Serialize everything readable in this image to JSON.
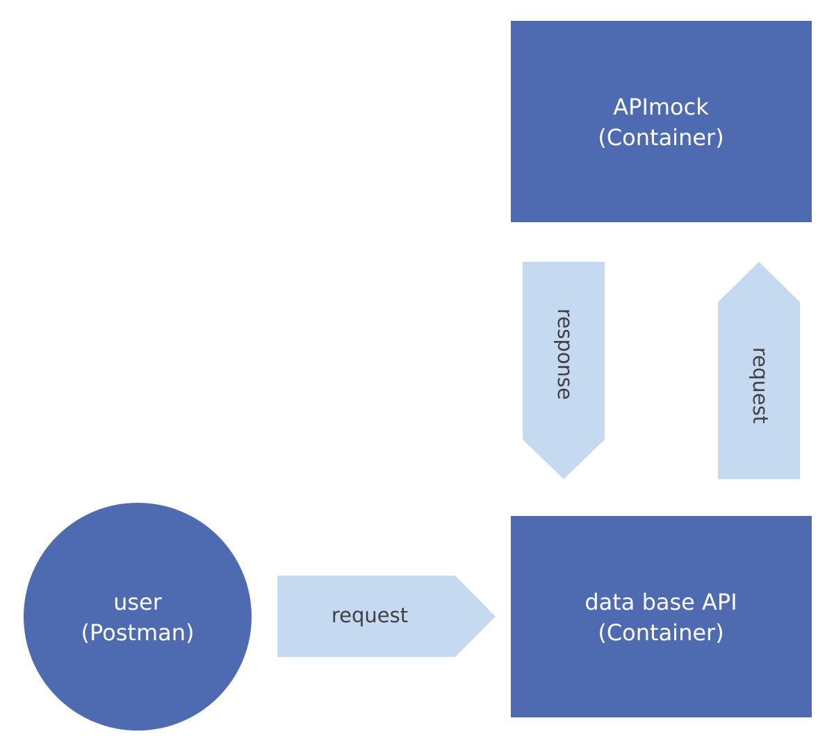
{
  "colors": {
    "node_fill": "#4E6BB1",
    "arrow_fill": "#C5DAF1",
    "node_text": "#FFFFFF",
    "arrow_text": "#404040",
    "background": "#FFFFFF"
  },
  "nodes": {
    "apimock": {
      "line1": "APImock",
      "line2": "(Container)"
    },
    "database_api": {
      "line1": "data base API",
      "line2": "(Container)"
    },
    "user": {
      "line1": "user",
      "line2": "(Postman)"
    }
  },
  "arrows": {
    "response": {
      "label": "response",
      "direction": "down"
    },
    "request_up": {
      "label": "request",
      "direction": "up"
    },
    "request_right": {
      "label": "request",
      "direction": "right"
    }
  }
}
